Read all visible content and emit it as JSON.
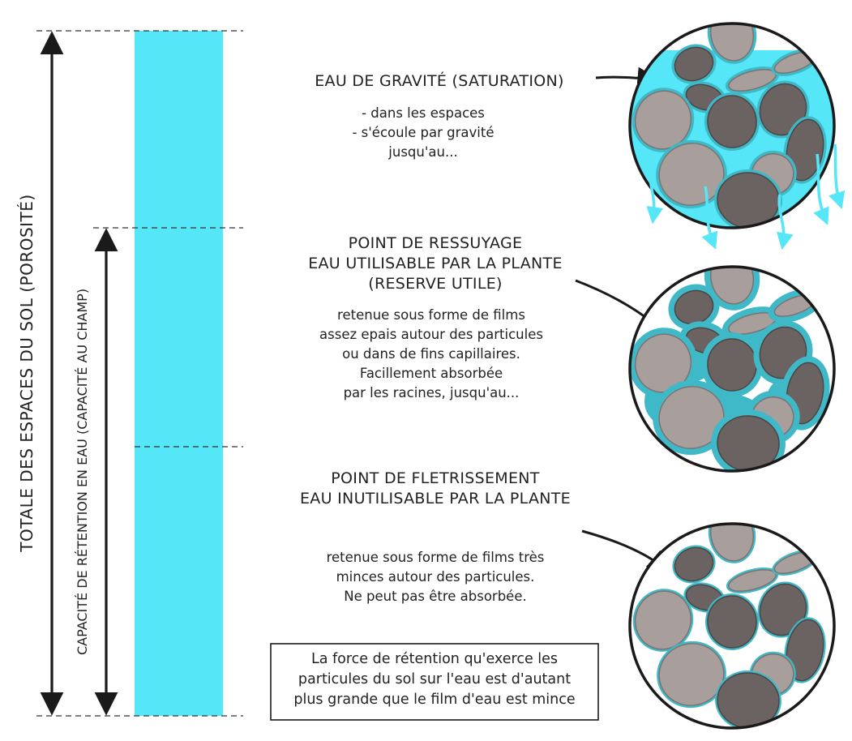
{
  "left_labels": {
    "total_porosity": "TOTALE DES ESPACES DU SOL (POROSITÉ)",
    "field_capacity": "CAPACITÉ DE RÉTENTION EN EAU (CAPACITÉ AU CHAMP)"
  },
  "sections": [
    {
      "heading_lines": [
        "EAU DE GRAVITÉ (SATURATION)"
      ],
      "body_lines": [
        "- dans les espaces",
        "- s'écoule par gravité",
        "jusqu'au..."
      ]
    },
    {
      "heading_lines": [
        "POINT DE RESSUYAGE",
        "EAU UTILISABLE PAR LA PLANTE",
        "(RESERVE UTILE)"
      ],
      "body_lines": [
        "retenue sous forme de films",
        "assez epais autour des particules",
        "ou dans de fins capillaires.",
        "Facillement absorbée",
        "par les racines, jusqu'au..."
      ]
    },
    {
      "heading_lines": [
        "POINT DE FLETRISSEMENT",
        "EAU INUTILISABLE PAR LA PLANTE"
      ],
      "body_lines": [
        "retenue sous forme de films très",
        "minces autour des particules.",
        "Ne peut pas être absorbée."
      ]
    }
  ],
  "note_lines": [
    "La force de rétention qu'exerce les",
    "particules du sol sur l'eau est d'autant",
    "plus grande que le film d'eau est mince"
  ],
  "colors": {
    "water": "#55E6F7",
    "water_dark": "#3FB8C8",
    "particle_light": "#A89E9B",
    "particle_dark": "#6A6361",
    "outline": "#1a1a1a"
  },
  "icons": [
    "arrow-icon",
    "soil-particle-icon"
  ]
}
